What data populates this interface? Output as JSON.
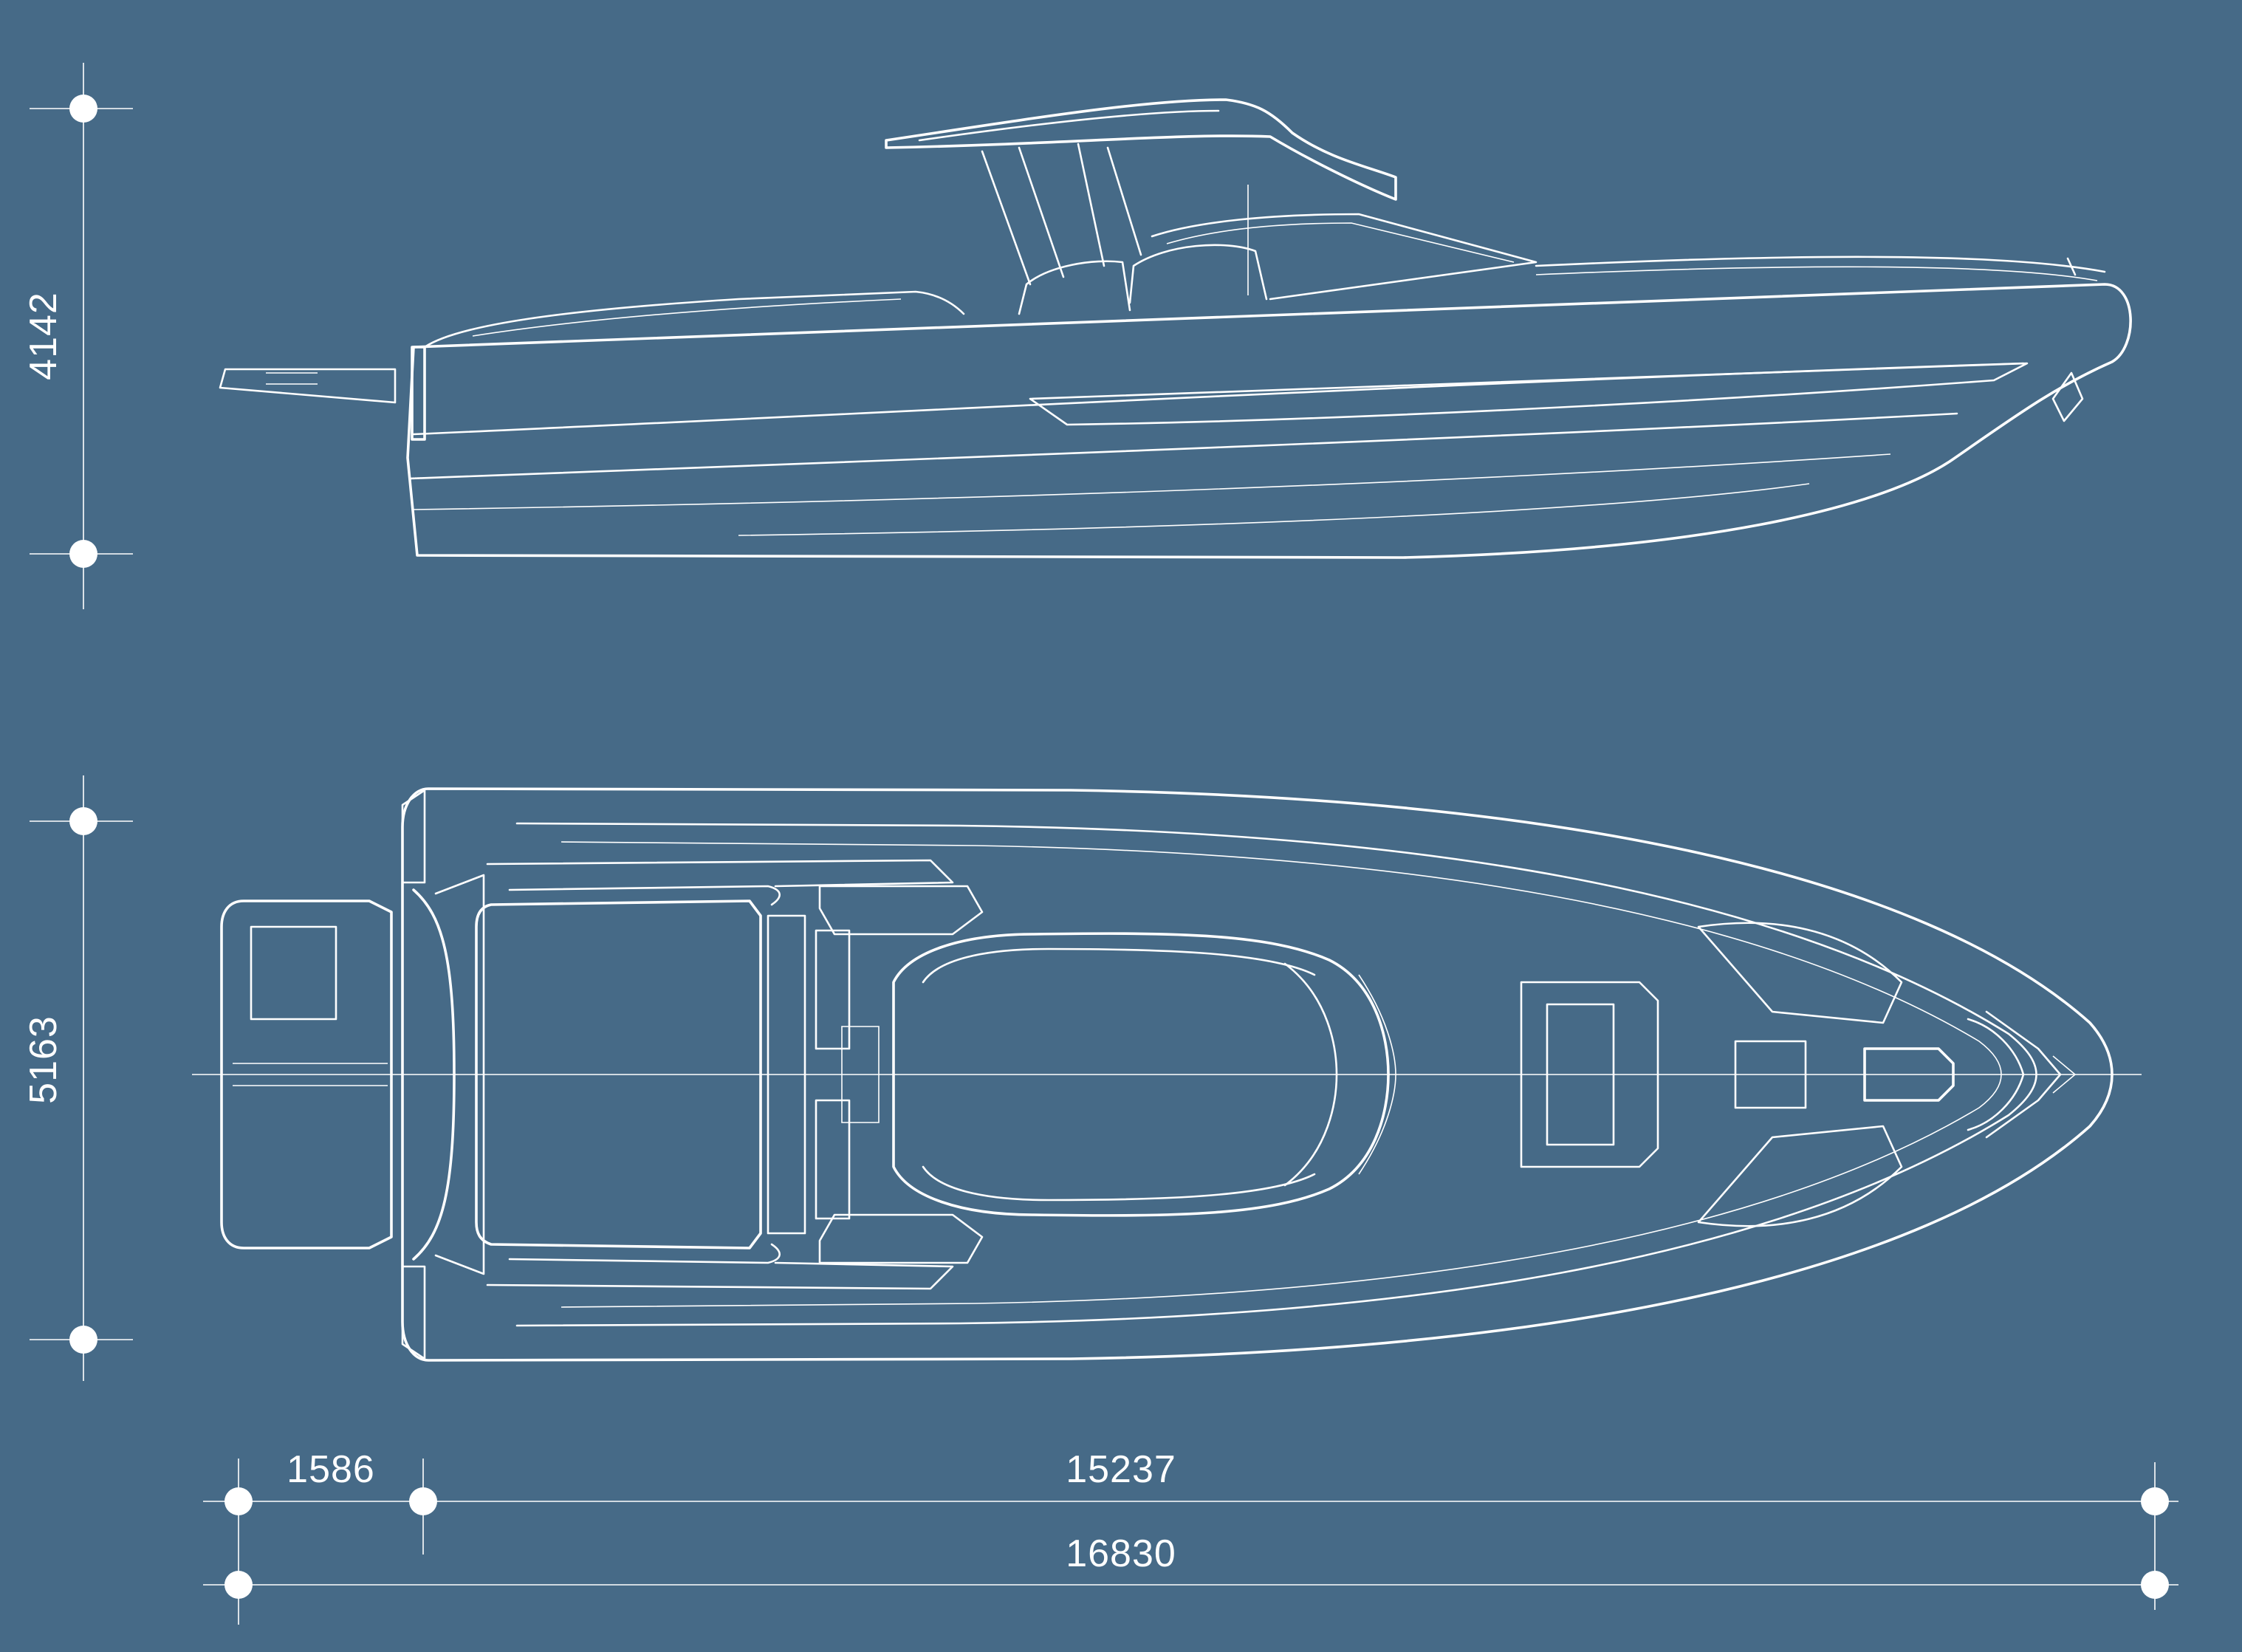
{
  "colors": {
    "background": "#466a87",
    "line": "#ffffff"
  },
  "dimensions": {
    "height": "4142",
    "beam": "5163",
    "overhang": "1586",
    "hull_length": "15237",
    "overall_length": "16830"
  }
}
